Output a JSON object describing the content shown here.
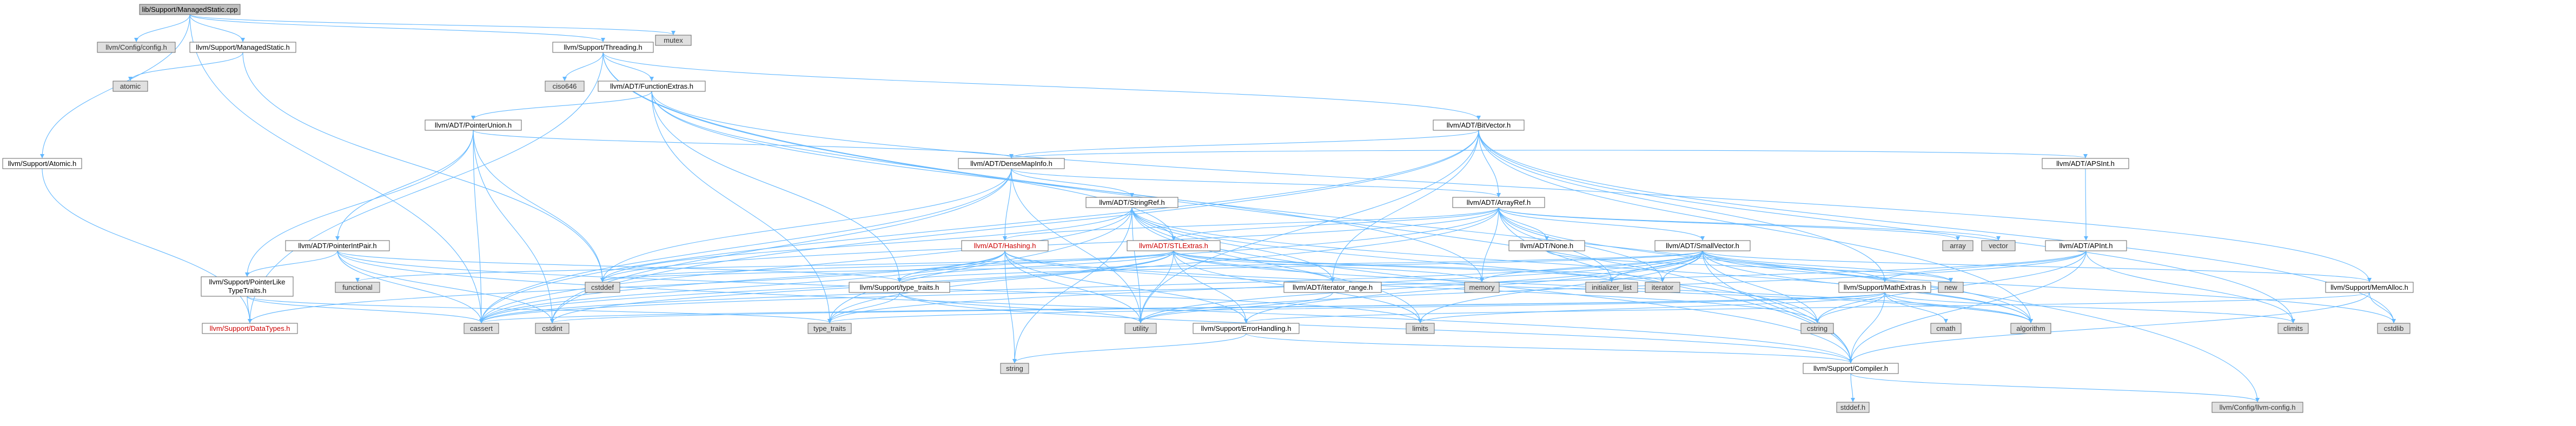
{
  "colors": {
    "root_fill": "#bfbfbf",
    "internal_fill": "#ffffff",
    "external_fill": "#e0e0e0",
    "border": "#666666",
    "edge": "#63b8ff",
    "red_text": "#cc0000"
  },
  "nodes": {
    "root": "lib/Support/ManagedStatic.cpp",
    "llvm_config": "llvm/Config/config.h",
    "managed_static": "llvm/Support/ManagedStatic.h",
    "atomic": "atomic",
    "threading": "llvm/Support/Threading.h",
    "mutex": "mutex",
    "support_atomic": "llvm/Support/Atomic.h",
    "ciso646": "ciso646",
    "function_extras": "llvm/ADT/FunctionExtras.h",
    "pointer_union": "llvm/ADT/PointerUnion.h",
    "bit_vector": "llvm/ADT/BitVector.h",
    "dense_map_info": "llvm/ADT/DenseMapInfo.h",
    "string_ref": "llvm/ADT/StringRef.h",
    "array_ref": "llvm/ADT/ArrayRef.h",
    "apsint": "llvm/ADT/APSInt.h",
    "apint": "llvm/ADT/APInt.h",
    "pointer_int_pair": "llvm/ADT/PointerIntPair.h",
    "hashing": "llvm/ADT/Hashing.h",
    "stl_extras": "llvm/ADT/STLExtras.h",
    "none": "llvm/ADT/None.h",
    "small_vector": "llvm/ADT/SmallVector.h",
    "array": "array",
    "vector": "vector",
    "functional": "functional",
    "pointer_like_traits_l1": "llvm/Support/PointerLike",
    "pointer_like_traits_l2": "TypeTraits.h",
    "data_types": "llvm/Support/DataTypes.h",
    "cstddef": "cstddef",
    "type_traits_h": "llvm/Support/type_traits.h",
    "iterator_range": "llvm/ADT/iterator_range.h",
    "memory": "memory",
    "initializer_list": "initializer_list",
    "iterator": "iterator",
    "new": "new",
    "math_extras": "llvm/Support/MathExtras.h",
    "mem_alloc": "llvm/Support/MemAlloc.h",
    "cassert": "cassert",
    "cstdint": "cstdint",
    "type_traits": "type_traits",
    "error_handling": "llvm/Support/ErrorHandling.h",
    "limits": "limits",
    "utility": "utility",
    "cstring": "cstring",
    "cmath": "cmath",
    "algorithm": "algorithm",
    "climits": "climits",
    "cstdlib": "cstdlib",
    "string": "string",
    "compiler": "llvm/Support/Compiler.h",
    "stddef": "stddef.h",
    "llvm_config_gen": "llvm/Config/llvm-config.h"
  }
}
